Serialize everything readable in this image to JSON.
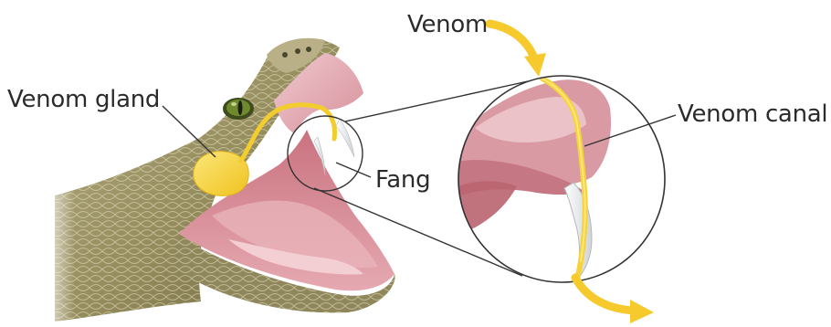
{
  "labels": {
    "venom_gland": "Venom gland",
    "venom": "Venom",
    "venom_canal": "Venom canal",
    "fang": "Fang"
  },
  "colors": {
    "venom_yellow": "#f6d33c",
    "mouth_pink": "#d98a95",
    "scale_olive": "#a29a6a",
    "eye_green": "#6e8a2c",
    "leader_line": "#333333"
  }
}
